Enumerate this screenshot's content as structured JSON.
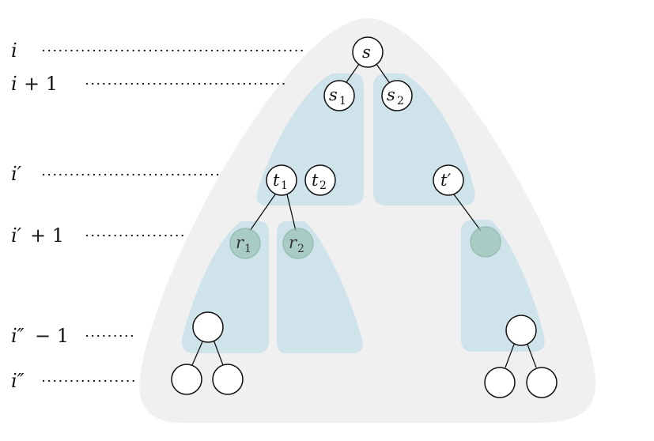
{
  "levels": {
    "i": "i",
    "i_plus_1": "i",
    "i_plus_1_tail": "+ 1",
    "i_prime": "i′",
    "i_prime_plus_1": "i′",
    "i_prime_plus_1_tail": "+ 1",
    "i_dprime_minus_1": "i″",
    "i_dprime_minus_1_tail": "− 1",
    "i_dprime": "i″"
  },
  "nodes": {
    "s": {
      "base": "s",
      "sub": ""
    },
    "s1": {
      "base": "s",
      "sub": "1"
    },
    "s2": {
      "base": "s",
      "sub": "2"
    },
    "t1": {
      "base": "t",
      "sub": "1"
    },
    "t2": {
      "base": "t",
      "sub": "2"
    },
    "t_prime": {
      "base": "t′",
      "sub": ""
    },
    "r1": {
      "base": "r",
      "sub": "1"
    },
    "r2": {
      "base": "r",
      "sub": "2"
    }
  },
  "colors": {
    "outer_region": "#f0f0f0",
    "subtree_region": "#cfe3ea",
    "dim_node": "#9cc4b6"
  }
}
